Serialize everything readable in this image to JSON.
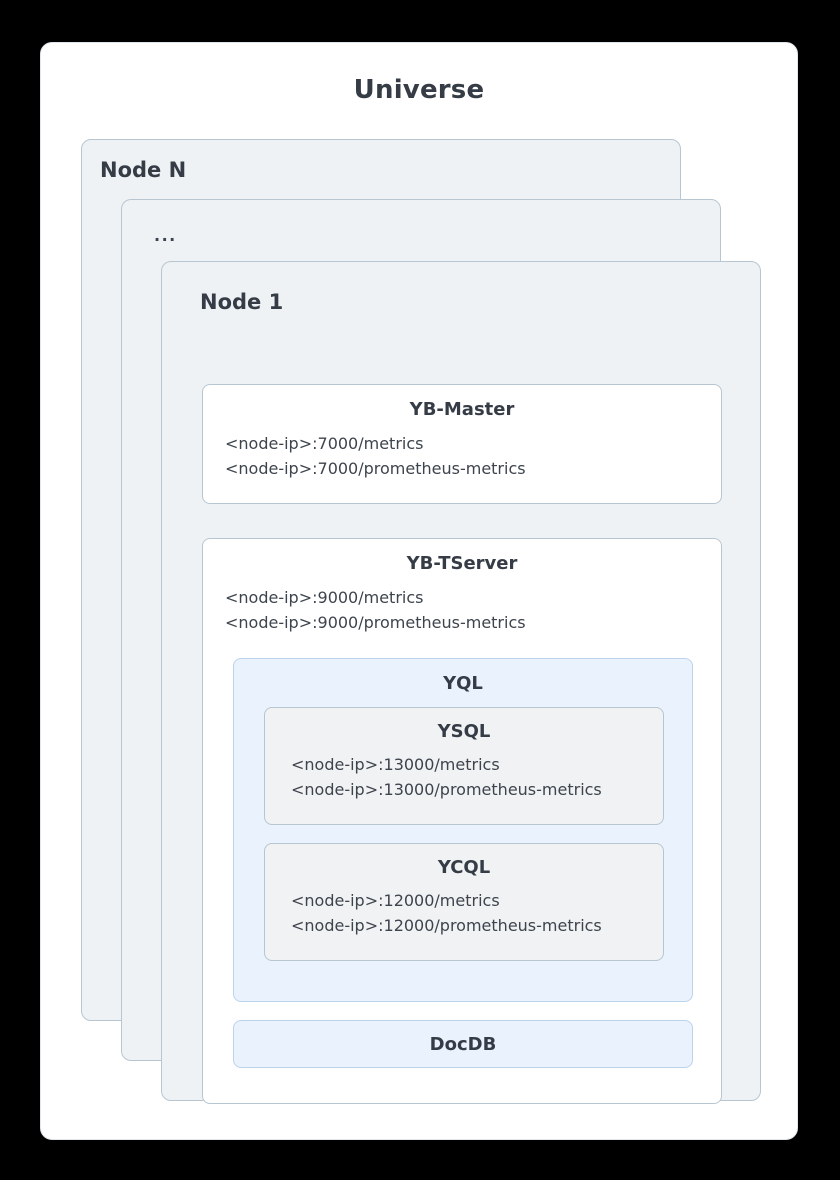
{
  "diagram": {
    "title": "Universe",
    "nodes": [
      {
        "label": "Node N"
      },
      {
        "label": "..."
      },
      {
        "label": "Node 1"
      }
    ],
    "components": {
      "master": {
        "title": "YB-Master",
        "endpoints": [
          "<node-ip>:7000/metrics",
          "<node-ip>:7000/prometheus-metrics"
        ]
      },
      "tserver": {
        "title": "YB-TServer",
        "endpoints": [
          "<node-ip>:9000/metrics",
          "<node-ip>:9000/prometheus-metrics"
        ]
      },
      "yql": {
        "title": "YQL"
      },
      "ysql": {
        "title": "YSQL",
        "endpoints": [
          "<node-ip>:13000/metrics",
          "<node-ip>:13000/prometheus-metrics"
        ]
      },
      "ycql": {
        "title": "YCQL",
        "endpoints": [
          "<node-ip>:12000/metrics",
          "<node-ip>:12000/prometheus-metrics"
        ]
      },
      "docdb": {
        "title": "DocDB"
      }
    }
  },
  "colors": {
    "page_background": "#000000",
    "card_background": "#ffffff",
    "node_fill": "#eef2f5",
    "node_border": "#b8c6d2",
    "accent_blue_fill": "#e9f2fd",
    "accent_blue_border": "#bcd3ea",
    "sub_fill": "#f1f2f3",
    "text_dark": "#353c46",
    "text_body": "#3d444d"
  }
}
